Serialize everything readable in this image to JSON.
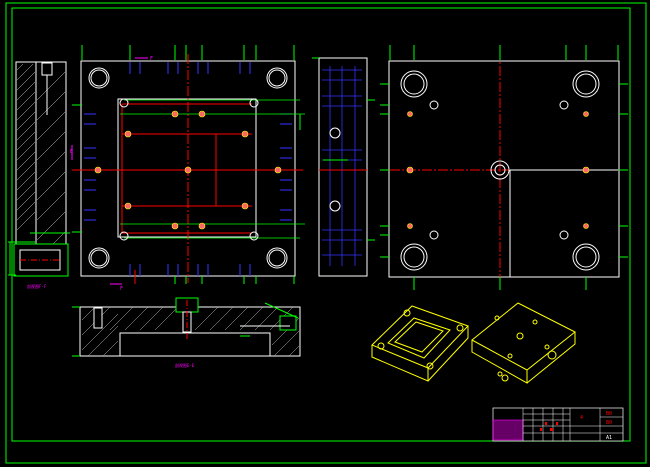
{
  "drawing": {
    "section_labels": {
      "left_section": "剖视图F-F",
      "bottom_section": "剖视图E-E"
    },
    "cut_markers": {
      "f_top": "F",
      "f_bottom": "F",
      "e_left": "E"
    },
    "title_block": {
      "red_cell_1": "4",
      "red_cell_2": "B0",
      "red_cell_3": "B0",
      "sheet_size": "A1"
    },
    "colors": {
      "background": "#000000",
      "frame": "#00ff00",
      "outline": "#ffffff",
      "center_line": "#ff0000",
      "dimension": "#00ff00",
      "hidden": "#0000ff",
      "section_label": "#ff00ff",
      "isometric": "#ffff00"
    }
  }
}
